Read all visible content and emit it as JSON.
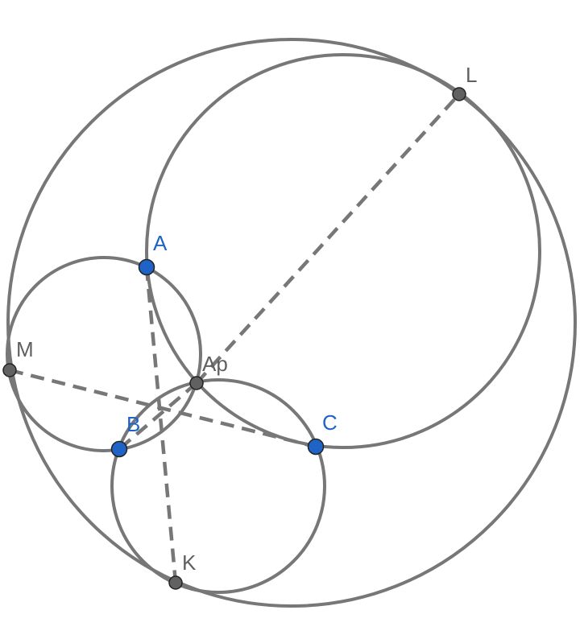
{
  "colors": {
    "stroke": "#777777",
    "free_point_fill": "#1f63c6",
    "free_point_label": "#1f63c6",
    "derived_point_fill": "#616161",
    "derived_point_label": "#606060",
    "point_outline": "#222222"
  },
  "points": {
    "A": {
      "label": "A",
      "kind": "free"
    },
    "B": {
      "label": "B",
      "kind": "free"
    },
    "C": {
      "label": "C",
      "kind": "free"
    },
    "Ap": {
      "label": "Ap",
      "kind": "derived"
    },
    "K": {
      "label": "K",
      "kind": "derived"
    },
    "L": {
      "label": "L",
      "kind": "derived"
    },
    "M": {
      "label": "M",
      "kind": "derived"
    }
  },
  "circles": [
    {
      "id": "big-circle"
    },
    {
      "id": "circle-a-c-l"
    },
    {
      "id": "circle-a-b-m"
    },
    {
      "id": "circle-b-c-k"
    }
  ],
  "segments": [
    {
      "id": "segment-ap-l",
      "from": "Ap",
      "to": "L"
    },
    {
      "id": "segment-ap-b",
      "from": "Ap",
      "to": "B"
    },
    {
      "id": "segment-a-k",
      "from": "A",
      "to": "K"
    },
    {
      "id": "segment-m-c",
      "from": "M",
      "to": "C"
    }
  ]
}
